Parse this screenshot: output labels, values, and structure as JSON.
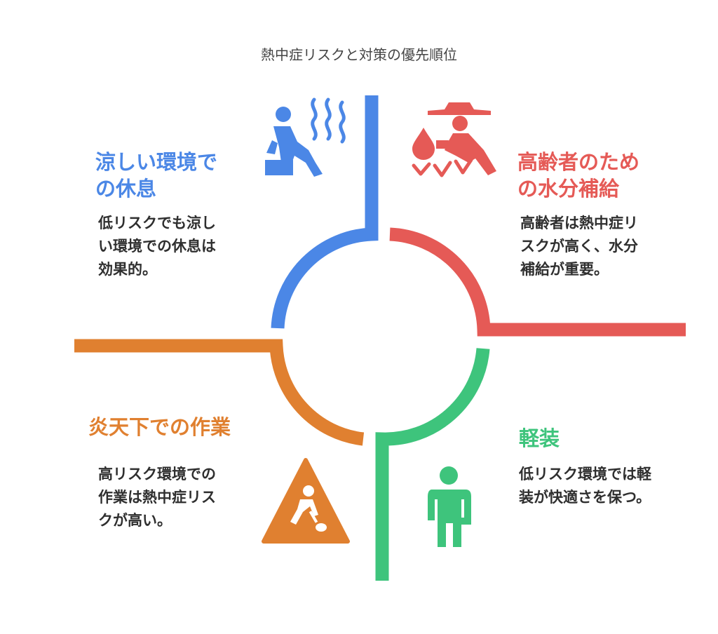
{
  "title": "熱中症リスクと対策の優先順位",
  "colors": {
    "blue": "#4b87e6",
    "red": "#e55a56",
    "orange": "#e08030",
    "green": "#3ec47c",
    "body_text": "#2f2f2f",
    "title_text": "#444444"
  },
  "quadrants": {
    "top_left": {
      "heading_line1": "涼しい環境で",
      "heading_line2": "の休息",
      "body_line1": "低リスクでも涼し",
      "body_line2": "い環境での休息は",
      "body_line3": "効果的。",
      "icon": "person-resting-heat-waves-icon"
    },
    "top_right": {
      "heading_line1": "高齢者のため",
      "heading_line2": "の水分補給",
      "body_line1": "高齢者は熱中症リ",
      "body_line2": "スクが高く、水分",
      "body_line3": "補給が重要。",
      "icon": "person-watering-plants-icon"
    },
    "bottom_left": {
      "heading_line1": "炎天下での作業",
      "body_line1": "高リスク環境での",
      "body_line2": "作業は熱中症リス",
      "body_line3": "クが高い。",
      "icon": "construction-worker-warning-icon"
    },
    "bottom_right": {
      "heading_line1": "軽装",
      "body_line1": "低リスク環境では軽",
      "body_line2": "装が快適さを保つ。",
      "icon": "standing-person-icon"
    }
  }
}
